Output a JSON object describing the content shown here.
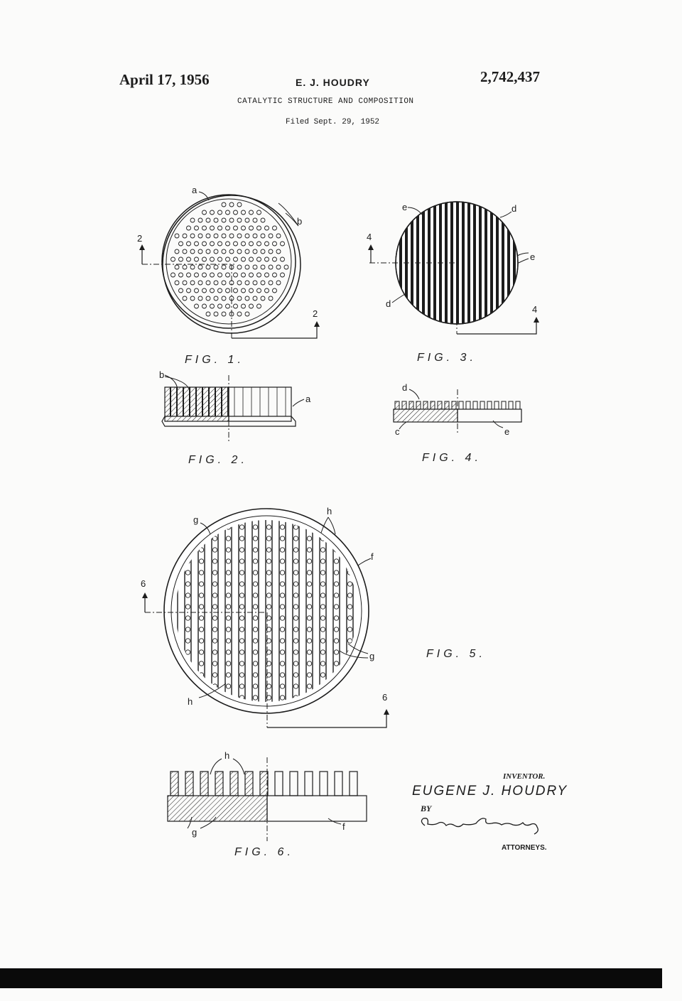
{
  "header": {
    "date": "April 17, 1956",
    "inventor": "E. J. HOUDRY",
    "patent_number": "2,742,437",
    "title": "CATALYTIC STRUCTURE AND COMPOSITION",
    "filed": "Filed Sept. 29, 1952"
  },
  "figures": {
    "fig1": "FIG. 1.",
    "fig2": "FIG. 2.",
    "fig3": "FIG. 3.",
    "fig4": "FIG. 4.",
    "fig5": "FIG. 5.",
    "fig6": "FIG. 6."
  },
  "section_markers": {
    "s2": "2",
    "s4": "4",
    "s6": "6"
  },
  "reference_letters": {
    "a": "a",
    "b": "b",
    "c": "c",
    "d": "d",
    "e": "e",
    "f": "f",
    "g": "g",
    "h": "h"
  },
  "signature_block": {
    "inventor_label": "INVENTOR.",
    "inventor_name": "EUGENE J. HOUDRY",
    "by": "BY",
    "attorneys": "ATTORNEYS."
  },
  "colors": {
    "ink": "#1c1c1c",
    "paper": "#fbfbfa",
    "band": "#0a0a0a"
  }
}
